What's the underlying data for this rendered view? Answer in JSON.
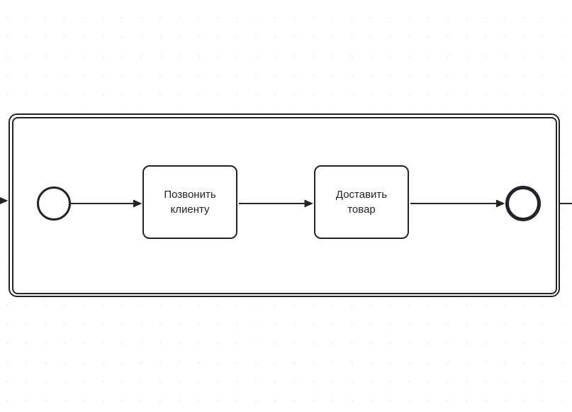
{
  "diagram": {
    "kind": "bpmn-process",
    "subprocess": {
      "kind": "expanded-subprocess",
      "label": ""
    },
    "events": [
      {
        "id": "start-event",
        "kind": "start-event",
        "label": ""
      },
      {
        "id": "end-event",
        "kind": "end-event",
        "label": ""
      }
    ],
    "tasks": [
      {
        "id": "task-1",
        "label": "Позвонить клиенту"
      },
      {
        "id": "task-2",
        "label": "Доставить товар"
      }
    ],
    "flows": [
      {
        "id": "flow-incoming",
        "from": "offscreen-left",
        "to": "subprocess-border"
      },
      {
        "id": "flow-start-to-task-1",
        "from": "start-event",
        "to": "task-1"
      },
      {
        "id": "flow-task-1-to-task-2",
        "from": "task-1",
        "to": "task-2"
      },
      {
        "id": "flow-task-2-to-end",
        "from": "task-2",
        "to": "end-event"
      },
      {
        "id": "flow-outgoing",
        "from": "subprocess-border",
        "to": "offscreen-right"
      }
    ],
    "colors": {
      "stroke": "#22242a",
      "text": "#22242a",
      "background": "#ffffff",
      "grid_dot": "#f0f0f0"
    }
  }
}
